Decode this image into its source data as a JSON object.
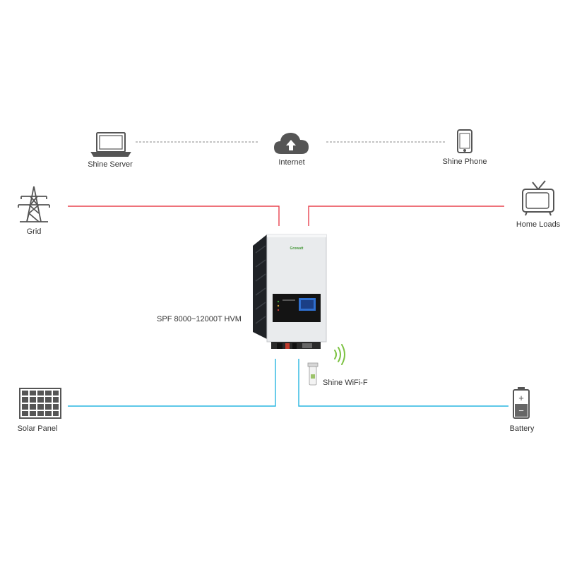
{
  "diagram": {
    "nodes": {
      "shine_server": {
        "label": "Shine Server",
        "icon": "laptop-icon"
      },
      "internet": {
        "label": "Internet",
        "icon": "cloud-upload-icon"
      },
      "shine_phone": {
        "label": "Shine Phone",
        "icon": "smartphone-icon"
      },
      "grid": {
        "label": "Grid",
        "icon": "power-tower-icon"
      },
      "home_loads": {
        "label": "Home Loads",
        "icon": "television-icon"
      },
      "inverter": {
        "label": "SPF 8000~12000T HVM",
        "icon": "inverter-icon"
      },
      "shine_wifi": {
        "label": "Shine WiFi-F",
        "icon": "wifi-dongle-icon"
      },
      "solar_panel": {
        "label": "Solar Panel",
        "icon": "solar-panel-icon"
      },
      "battery": {
        "label": "Battery",
        "icon": "battery-icon"
      }
    },
    "brand_text": "Growatt",
    "battery_symbols": {
      "plus": "+",
      "minus": "−"
    },
    "colors": {
      "ac_line": "#e8434f",
      "dc_line": "#29b6e0",
      "data_line": "#888888",
      "icon": "#555555",
      "wifi": "#7cc242",
      "text": "#333333"
    }
  }
}
